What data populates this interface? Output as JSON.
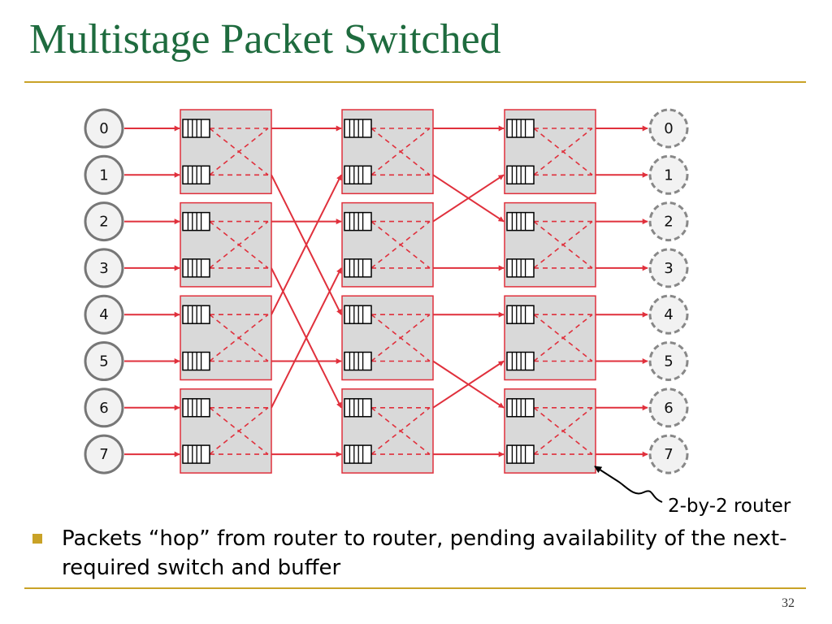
{
  "slide": {
    "title": "Multistage Packet Switched",
    "callout": "2-by-2 router",
    "bullet": "Packets “hop” from router to router, pending availability of the next-required switch and buffer",
    "page_number": "32"
  },
  "diagram": {
    "input_nodes": [
      "0",
      "1",
      "2",
      "3",
      "4",
      "5",
      "6",
      "7"
    ],
    "output_nodes": [
      "0",
      "1",
      "2",
      "3",
      "4",
      "5",
      "6",
      "7"
    ],
    "stages": 3,
    "routers_per_stage": 4,
    "ports_per_router": 2,
    "inter_stage_links": [
      {
        "from_stage": 1,
        "to_stage": 2,
        "map": [
          0,
          4,
          2,
          6,
          1,
          5,
          3,
          7
        ]
      },
      {
        "from_stage": 2,
        "to_stage": 3,
        "map": [
          0,
          2,
          1,
          3,
          4,
          6,
          5,
          7
        ]
      }
    ],
    "colors": {
      "router_fill": "#d9d9d9",
      "router_border": "#e0303c",
      "link": "#e0303c",
      "input_node_border": "#777777",
      "output_node_border": "#888888",
      "node_fill": "#f2f2f2"
    }
  }
}
